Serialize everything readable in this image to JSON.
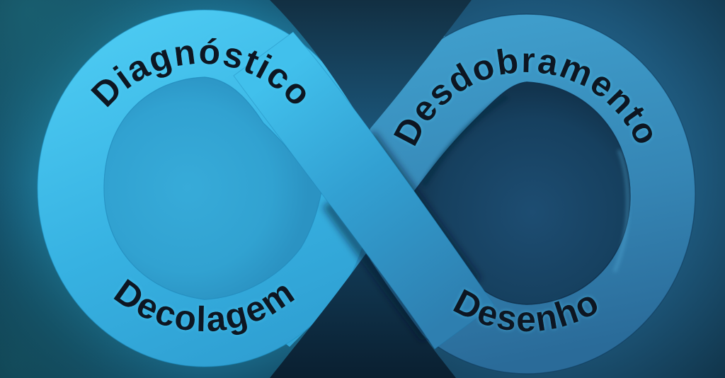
{
  "diagram": {
    "shape": "infinity-ribbon",
    "phases": [
      {
        "id": "diagnostico",
        "label": "Diagnóstico",
        "position": "top-left"
      },
      {
        "id": "desdobramento",
        "label": "Desdobramento",
        "position": "top-right"
      },
      {
        "id": "decolagem",
        "label": "Decolagem",
        "position": "bottom-left"
      },
      {
        "id": "desenho",
        "label": "Desenho",
        "position": "bottom-right"
      }
    ],
    "colors": {
      "left_loop_bright": "#46c6ef",
      "left_loop_deep": "#2f9fd2",
      "left_hole": "#31a2d1",
      "right_loop_light": "#3f9dcb",
      "right_loop_deep": "#2a6b99",
      "right_hole_center": "#1d4d72",
      "right_hole_edge": "#12344e",
      "background_dark": "#0d2b3d",
      "background_teal_glow": "#2fb9e2",
      "label_text": "#0c1822",
      "label_glow": "#55d8ff"
    }
  }
}
